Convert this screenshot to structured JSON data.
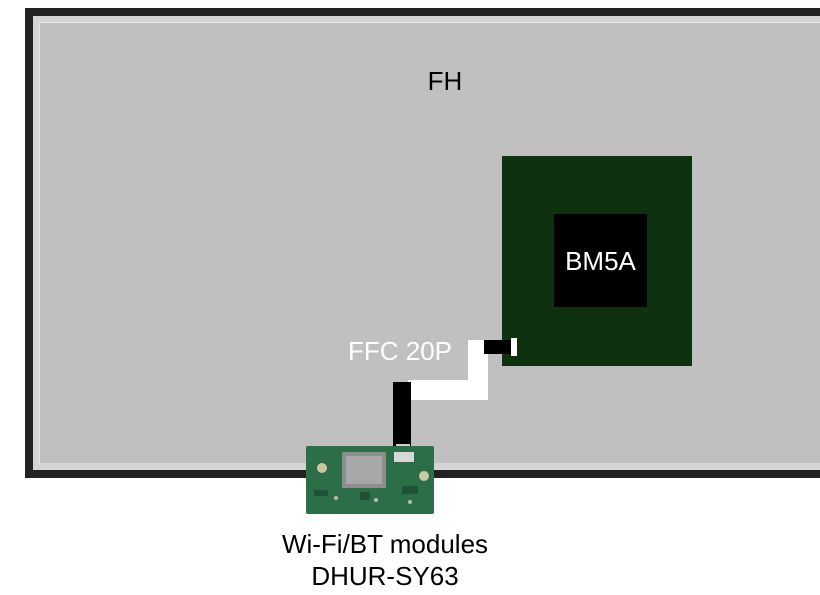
{
  "diagram": {
    "frame_label": "FH",
    "main_board_chip_label": "BM5A",
    "connector_label": "FFC 20P",
    "module_label_line1": "Wi-Fi/BT modules",
    "module_label_line2": "DHUR-SY63"
  },
  "colors": {
    "frame_border": "#222222",
    "frame_panel": "#c0c0c0",
    "main_board": "#0e3210",
    "chip": "#000000",
    "cable": "#000000",
    "cable_highlight": "#ffffff",
    "module_pcb": "#2c6e47"
  }
}
